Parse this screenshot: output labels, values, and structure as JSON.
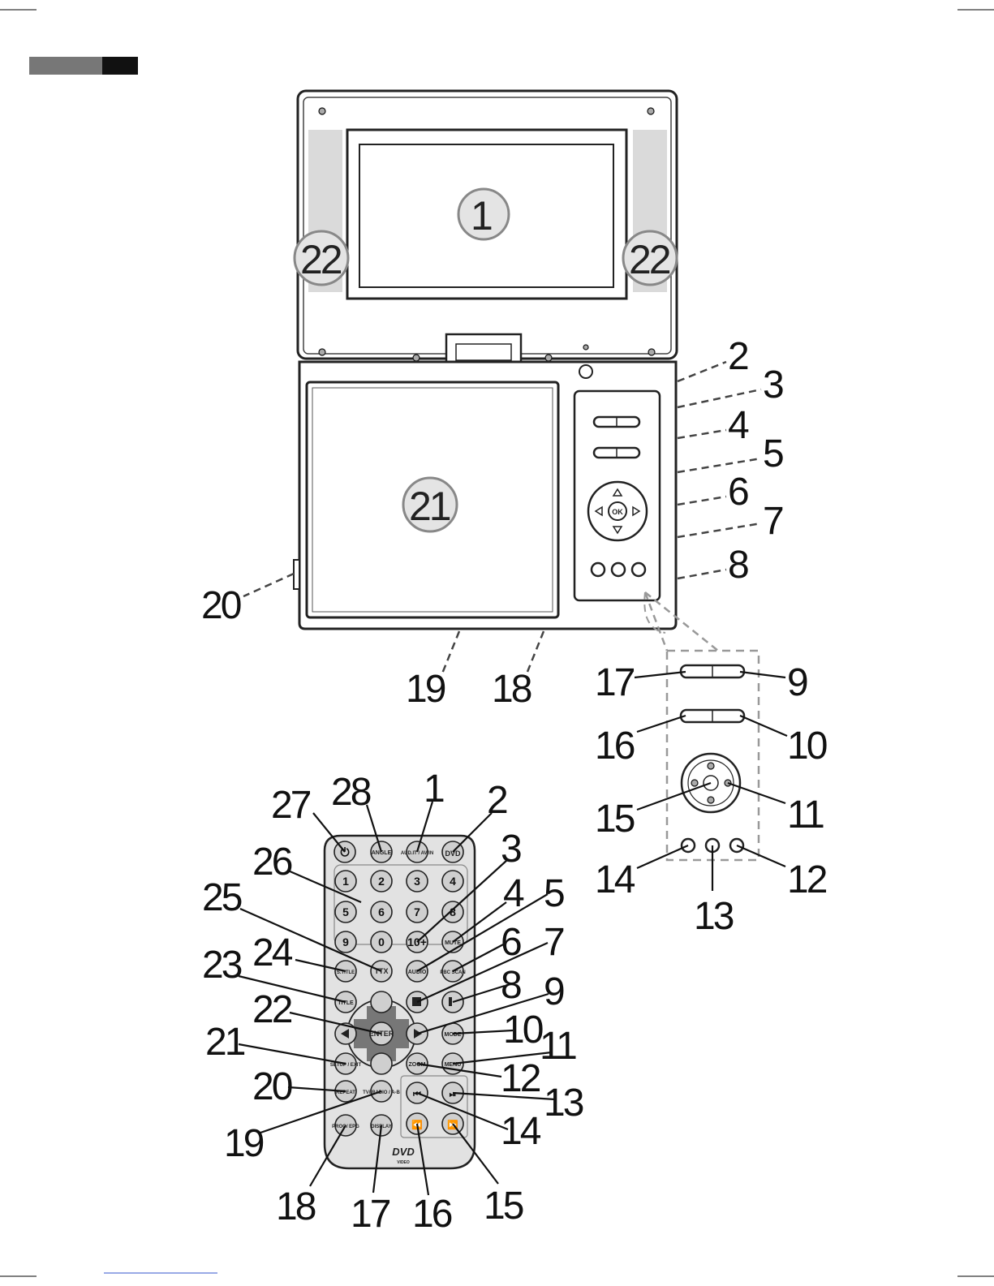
{
  "device_labels": {
    "screen": "1",
    "speaker_left": "22",
    "speaker_right": "22",
    "lid": "21",
    "r2": "2",
    "r3": "3",
    "r4": "4",
    "r5": "5",
    "r6": "6",
    "r7": "7",
    "r8": "8",
    "left20": "20",
    "bottom19": "19",
    "bottom18": "18",
    "ok_label": "OK"
  },
  "panel_labels": {
    "p17": "17",
    "p9": "9",
    "p16": "16",
    "p10": "10",
    "p15": "15",
    "p11": "11",
    "p14": "14",
    "p13": "13",
    "p12": "12"
  },
  "remote_labels": {
    "c1": "1",
    "c2": "2",
    "c3": "3",
    "c4": "4",
    "c5": "5",
    "c6": "6",
    "c7": "7",
    "c8": "8",
    "c9": "9",
    "c10": "10",
    "c11": "11",
    "c12": "12",
    "c13": "13",
    "c14": "14",
    "c15": "15",
    "c16": "16",
    "c17": "17",
    "c18": "18",
    "c19": "19",
    "c20": "20",
    "c21": "21",
    "c22": "22",
    "c23": "23",
    "c24": "24",
    "c25": "25",
    "c26": "26",
    "c27": "27",
    "c28": "28"
  },
  "remote_keys": {
    "k1": "1",
    "k2": "2",
    "k3": "3",
    "k4": "4",
    "k5": "5",
    "k6": "6",
    "k7": "7",
    "k8": "8",
    "k9": "9",
    "k0": "0",
    "k10plus": "10+",
    "angle": "ANGLE",
    "audit": "AUD.IT / AV/IN",
    "dvd": "DVD",
    "mute": "MUTE",
    "audio": "AUDIO",
    "pbc": "PBC SCAN",
    "subtitle": "S.TITLE",
    "ttx": "TTX",
    "title": "TITLE",
    "enter": "ENTER",
    "mode": "MODE",
    "setup": "SETUP / EXIT",
    "menu": "MENU",
    "zoom": "ZOOM",
    "repeat": "REPEAT",
    "tv_radio": "TV/ RADIO / A-B",
    "prog": "PROG/ EPG",
    "display": "DISPLAY",
    "logo": "DVD",
    "logo_sub": "VIDEO"
  }
}
